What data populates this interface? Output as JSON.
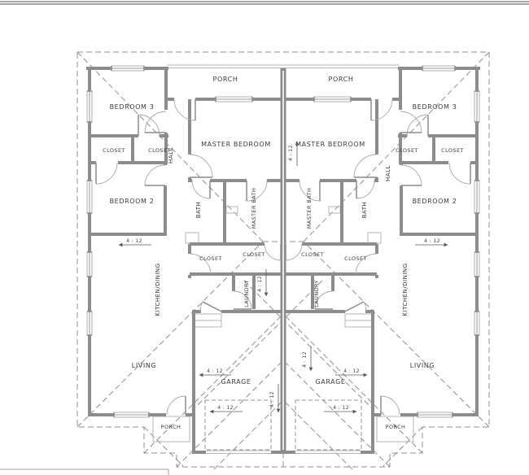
{
  "plan": {
    "rooms": {
      "porch": "PORCH",
      "bedroom3": "BEDROOM 3",
      "closet": "CLOSET",
      "hall": "HALL",
      "master_bedroom": "MASTER BEDROOM",
      "bath": "BATH",
      "master_bath": "MASTER BATH",
      "bedroom2": "BEDROOM 2",
      "laundry": "LAUNDRY",
      "kitchen_dining": "KITCHEN/DINING",
      "living": "LIVING",
      "garage": "GARAGE"
    },
    "slope_label": "4 : 12",
    "colors": {
      "wall": "#8c8c8c",
      "thin_line": "#b4b4b4",
      "roof_dash": "#8f8f8f",
      "label_text": "#3a3a3a"
    }
  }
}
